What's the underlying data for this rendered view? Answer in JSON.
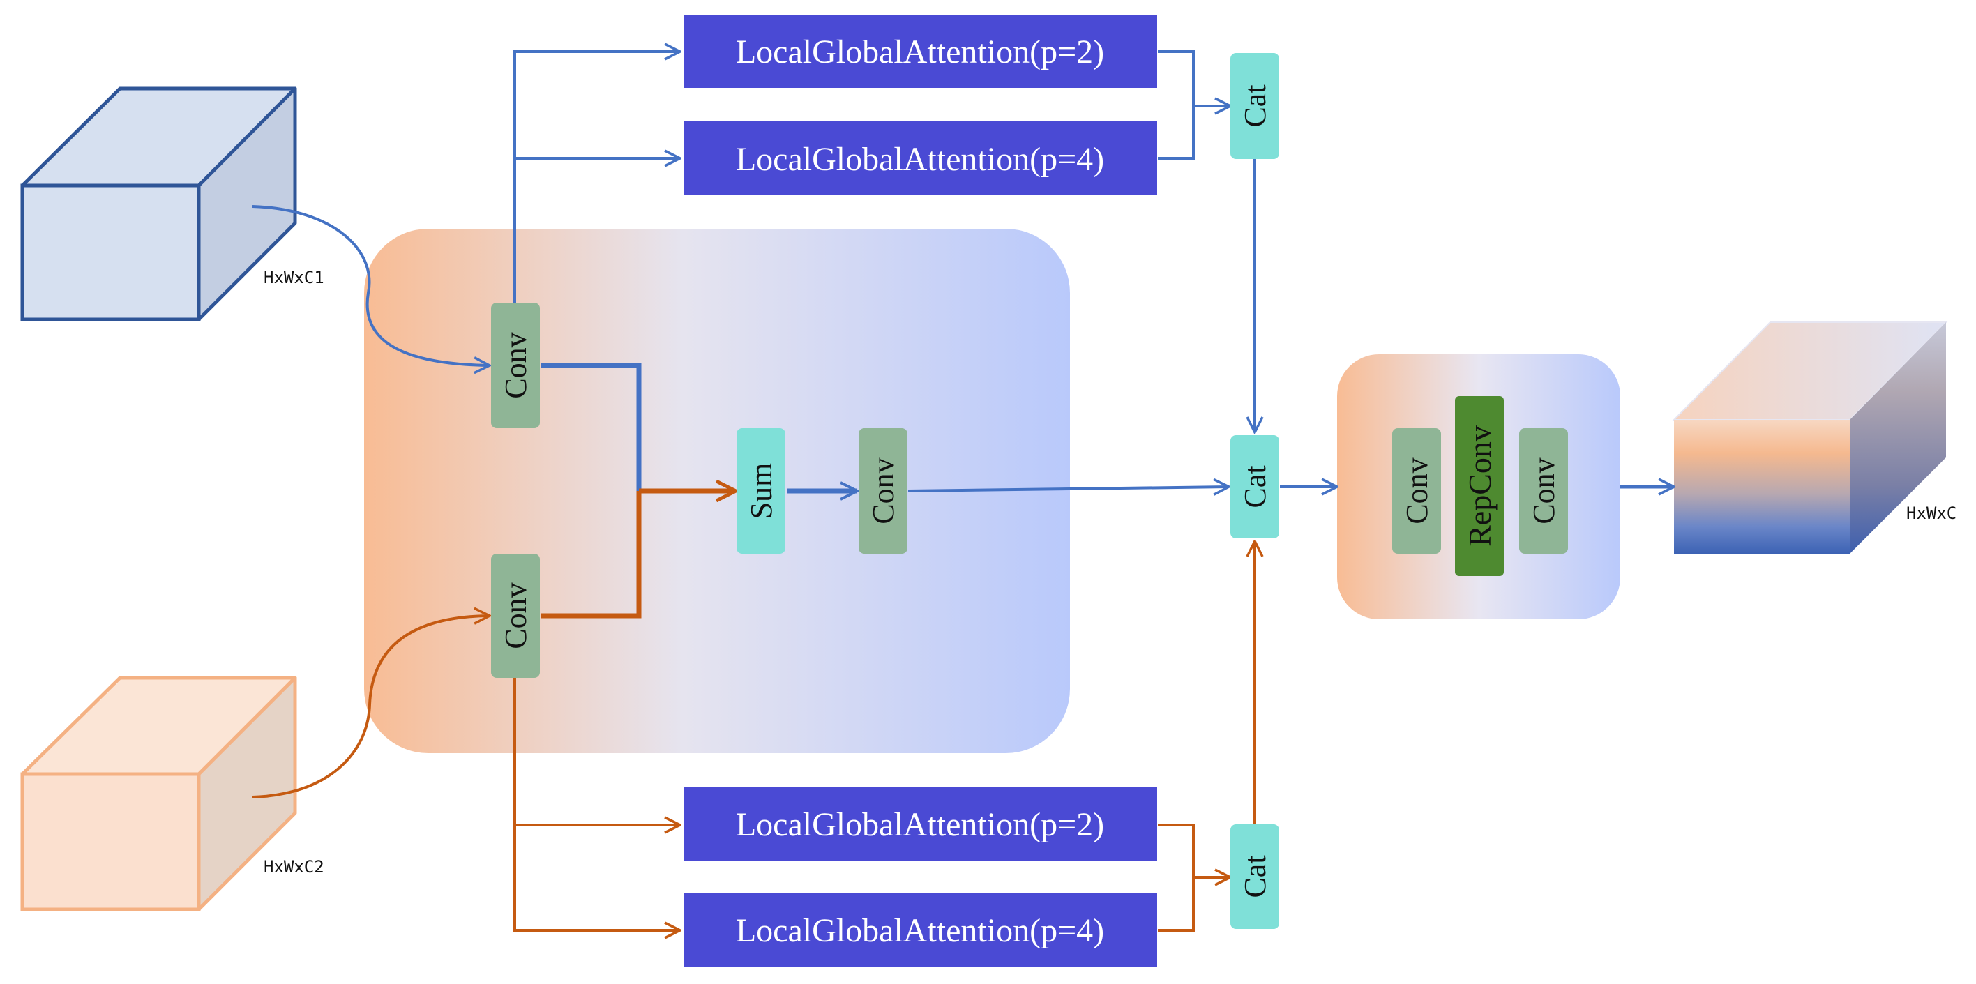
{
  "colors": {
    "blue_arrow": "#4472c4",
    "orange_arrow": "#c55a11",
    "lga_fill": "#4a4ad4",
    "cat_sum_fill": "#7fe0d8",
    "conv_fill": "#8fb596",
    "repconv_fill": "#4e8a30",
    "input1_front": "#d6e0f0",
    "input1_edge": "#2f5597",
    "input2_front": "#fbe0cf",
    "input2_edge": "#f4b183",
    "panel_gradient_left": "#f8bc94",
    "panel_gradient_right": "#b9c9fb"
  },
  "labels": {
    "input1_dim": "HxWxC1",
    "input2_dim": "HxWxC2",
    "output_dim": "HxWxC"
  },
  "nodes": {
    "conv_top": "Conv",
    "conv_bottom": "Conv",
    "sum": "Sum",
    "conv_middle": "Conv",
    "lga_top_p2": "LocalGlobalAttention(p=2)",
    "lga_top_p4": "LocalGlobalAttention(p=4)",
    "lga_bottom_p2": "LocalGlobalAttention(p=2)",
    "lga_bottom_p4": "LocalGlobalAttention(p=4)",
    "cat_top": "Cat",
    "cat_middle": "Cat",
    "cat_bottom": "Cat",
    "block_conv_left": "Conv",
    "block_repconv": "RepConv",
    "block_conv_right": "Conv"
  }
}
